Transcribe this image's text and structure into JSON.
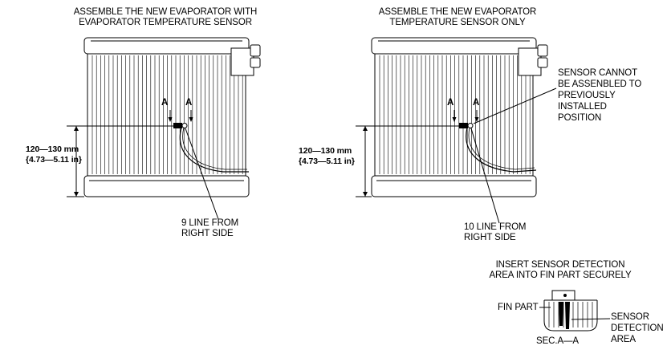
{
  "left": {
    "title_line1": "ASSEMBLE THE NEW EVAPORATOR WITH",
    "title_line2": "EVAPORATOR TEMPERATURE SENSOR",
    "dim_line1": "120—130 mm",
    "dim_line2": "{4.73—5.11 in}",
    "section_mark": "A",
    "callout_line1": "9 LINE FROM",
    "callout_line2": "RIGHT SIDE"
  },
  "right": {
    "title_line1": "ASSEMBLE THE NEW EVAPORATOR",
    "title_line2": "TEMPERATURE SENSOR ONLY",
    "dim_line1": "120—130 mm",
    "dim_line2": "{4.73—5.11 in}",
    "section_mark": "A",
    "callout_line1": "10 LINE FROM",
    "callout_line2": "RIGHT SIDE",
    "note_line1": "SENSOR CANNOT",
    "note_line2": "BE ASSENBLED TO",
    "note_line3": "PREVIOUSLY",
    "note_line4": "INSTALLED",
    "note_line5": "POSITION"
  },
  "detail": {
    "title_line1": "INSERT SENSOR DETECTION",
    "title_line2": "AREA INTO FIN PART SECURELY",
    "fin_label": "FIN PART",
    "sensor_line1": "SENSOR",
    "sensor_line2": "DETECTION",
    "sensor_line3": "AREA",
    "section_label": "SEC.A—A"
  }
}
